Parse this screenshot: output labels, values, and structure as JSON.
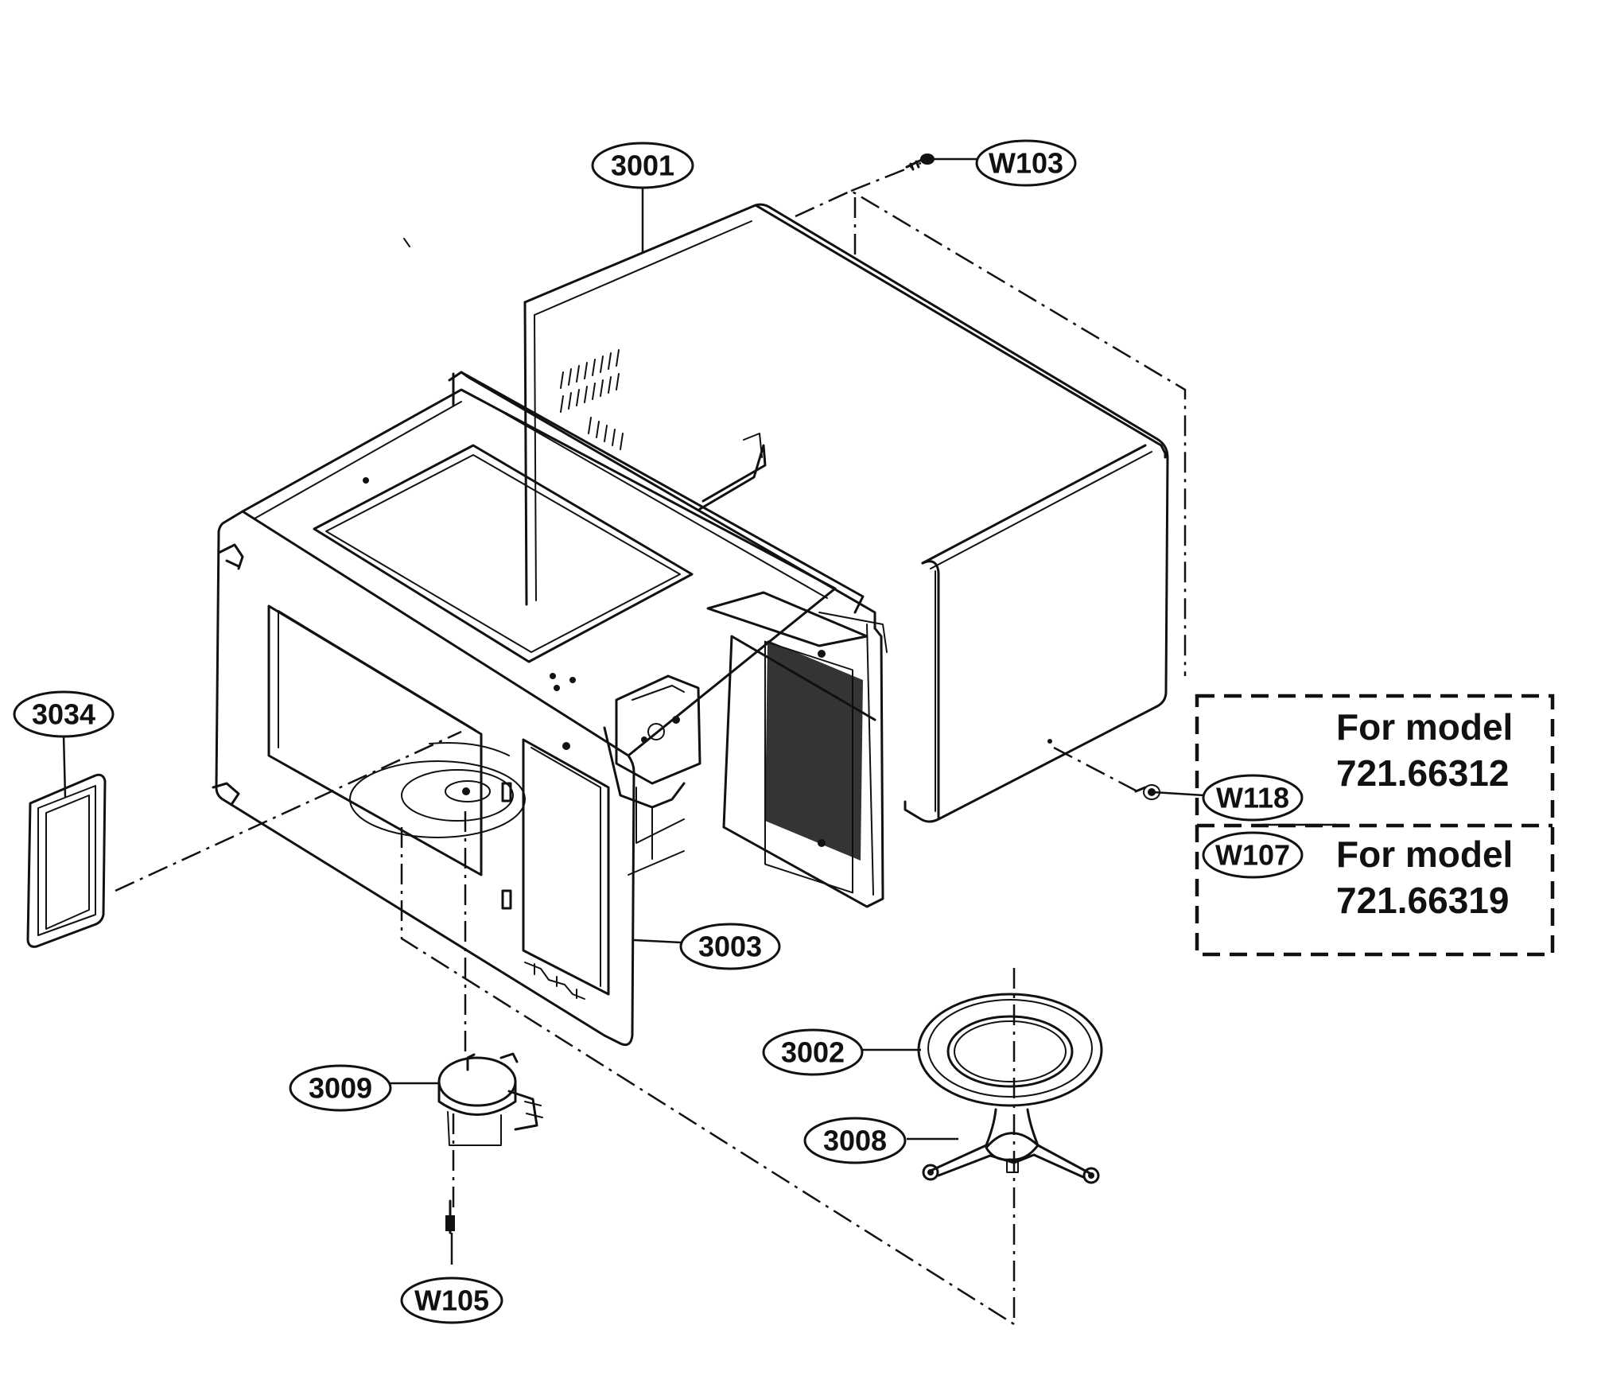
{
  "diagram": {
    "callouts": [
      {
        "id": "c3001",
        "label": "3001"
      },
      {
        "id": "cW103",
        "label": "W103"
      },
      {
        "id": "c3034",
        "label": "3034"
      },
      {
        "id": "cW118",
        "label": "W118"
      },
      {
        "id": "cW107",
        "label": "W107"
      },
      {
        "id": "c3003",
        "label": "3003"
      },
      {
        "id": "c3002",
        "label": "3002"
      },
      {
        "id": "c3009",
        "label": "3009"
      },
      {
        "id": "c3008",
        "label": "3008"
      },
      {
        "id": "cW105",
        "label": "W105"
      }
    ],
    "model_notes": [
      {
        "line1": "For model",
        "line2": "721.66312"
      },
      {
        "line1": "For model",
        "line2": "721.66319"
      }
    ]
  }
}
